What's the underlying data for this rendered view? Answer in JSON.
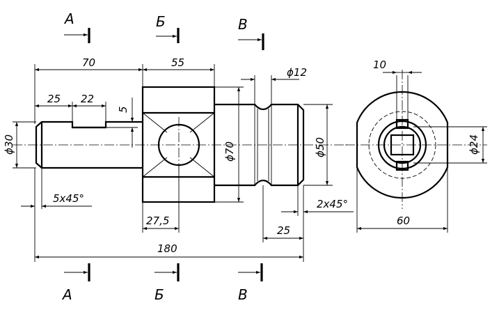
{
  "section_labels": {
    "a": "А",
    "b": "Б",
    "v": "В"
  },
  "dimensions": {
    "len_70": "70",
    "len_55": "55",
    "dia_12": "ϕ12",
    "len_10": "10",
    "len_25_left": "25",
    "len_22": "22",
    "len_5": "5",
    "dia_30": "ϕ30",
    "dia_70": "ϕ70",
    "dia_50": "ϕ50",
    "dia_24": "ϕ24",
    "chamfer_left": "5x45°",
    "chamfer_right": "2x45°",
    "len_27_5": "27,5",
    "len_25_right": "25",
    "len_60": "60",
    "len_180": "180"
  }
}
